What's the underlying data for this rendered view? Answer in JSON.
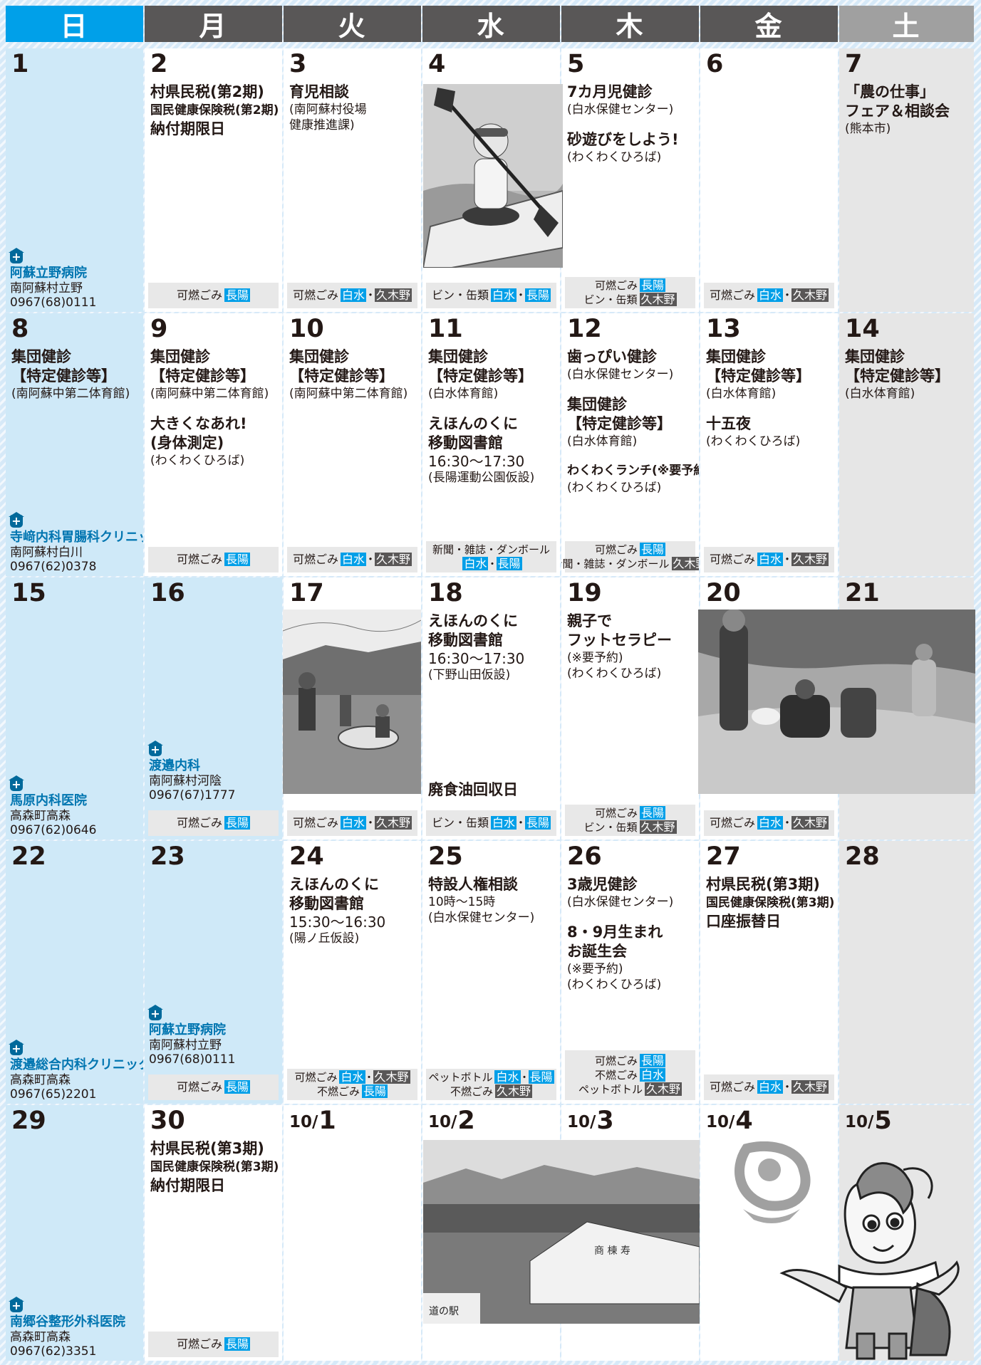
{
  "header": [
    "日",
    "月",
    "火",
    "水",
    "木",
    "金",
    "土"
  ],
  "garbage_tags": {
    "shirozu": "白水",
    "kugino": "久木野",
    "choyo": "長陽"
  },
  "cells": [
    {
      "num": "1",
      "events": [],
      "hospital": {
        "name": "阿蘇立野病院",
        "addr": "南阿蘇村立野",
        "tel": "0967(68)0111"
      }
    },
    {
      "num": "2",
      "events": [
        [
          [
            "b",
            "村県民税(第2期)"
          ],
          [
            "bs",
            "国民健康保険税(第2期)"
          ],
          [
            "b",
            "納付期限日"
          ]
        ]
      ],
      "garbage": [
        {
          "label": "可燃ごみ",
          "tags": [
            "長陽"
          ]
        }
      ]
    },
    {
      "num": "3",
      "events": [
        [
          [
            "b",
            "育児相談"
          ],
          [
            "n",
            "(南阿蘇村役場"
          ],
          [
            "n",
            "健康推進課)"
          ]
        ]
      ],
      "garbage": [
        {
          "label": "可燃ごみ",
          "tags": [
            "白水",
            "久木野"
          ]
        }
      ]
    },
    {
      "num": "4",
      "events": [],
      "garbage": [
        {
          "label": "ビン・缶類",
          "tags": [
            "白水",
            "長陽"
          ]
        }
      ]
    },
    {
      "num": "5",
      "events": [
        [
          [
            "b",
            "7カ月児健診"
          ],
          [
            "n",
            "(白水保健センター)"
          ]
        ],
        [
          [
            "b",
            "砂遊びをしよう!"
          ],
          [
            "n",
            "(わくわくひろば)"
          ]
        ]
      ],
      "garbage": [
        {
          "label": "可燃ごみ",
          "tags": [
            "長陽"
          ]
        },
        {
          "label": "ビン・缶類",
          "tags": [
            "久木野"
          ]
        }
      ]
    },
    {
      "num": "6",
      "events": [],
      "garbage": [
        {
          "label": "可燃ごみ",
          "tags": [
            "白水",
            "久木野"
          ]
        }
      ]
    },
    {
      "num": "7",
      "events": [
        [
          [
            "b",
            "「農の仕事」"
          ],
          [
            "b",
            "フェア＆相談会"
          ],
          [
            "n",
            "(熊本市)"
          ]
        ]
      ]
    },
    {
      "num": "8",
      "events": [
        [
          [
            "b",
            "集団健診"
          ],
          [
            "b",
            "【特定健診等】"
          ],
          [
            "n",
            "(南阿蘇中第二体育館)"
          ]
        ]
      ],
      "hospital": {
        "name": "寺﨑内科胃腸科クリニック",
        "addr": "南阿蘇村白川",
        "tel": "0967(62)0378"
      }
    },
    {
      "num": "9",
      "events": [
        [
          [
            "b",
            "集団健診"
          ],
          [
            "b",
            "【特定健診等】"
          ],
          [
            "n",
            "(南阿蘇中第二体育館)"
          ]
        ],
        [
          [
            "b",
            "大きくなあれ!"
          ],
          [
            "b",
            "(身体測定)"
          ],
          [
            "n",
            "(わくわくひろば)"
          ]
        ]
      ],
      "garbage": [
        {
          "label": "可燃ごみ",
          "tags": [
            "長陽"
          ]
        }
      ]
    },
    {
      "num": "10",
      "events": [
        [
          [
            "b",
            "集団健診"
          ],
          [
            "b",
            "【特定健診等】"
          ],
          [
            "n",
            "(南阿蘇中第二体育館)"
          ]
        ]
      ],
      "garbage": [
        {
          "label": "可燃ごみ",
          "tags": [
            "白水",
            "久木野"
          ]
        }
      ]
    },
    {
      "num": "11",
      "events": [
        [
          [
            "b",
            "集団健診"
          ],
          [
            "b",
            "【特定健診等】"
          ],
          [
            "n",
            "(白水体育館)"
          ]
        ],
        [
          [
            "b",
            "えほんのくに"
          ],
          [
            "b",
            "移動図書館"
          ],
          [
            "nl",
            "16:30〜17:30"
          ],
          [
            "n",
            "(長陽運動公園仮設)"
          ]
        ]
      ],
      "garbage": [
        {
          "label": "新聞・雑誌・ダンボール",
          "tags": []
        },
        {
          "label": "",
          "tags": [
            "白水",
            "長陽"
          ]
        }
      ]
    },
    {
      "num": "12",
      "events": [
        [
          [
            "b",
            "歯っぴい健診"
          ],
          [
            "n",
            "(白水保健センター)"
          ]
        ],
        [
          [
            "b",
            "集団健診"
          ],
          [
            "b",
            "【特定健診等】"
          ],
          [
            "n",
            "(白水体育館)"
          ]
        ],
        [
          [
            "bs",
            "わくわくランチ(※要予約)"
          ],
          [
            "n",
            "(わくわくひろば)"
          ]
        ]
      ],
      "garbage": [
        {
          "label": "可燃ごみ",
          "tags": [
            "長陽"
          ]
        },
        {
          "label": "新聞・雑誌・ダンボール",
          "tags": [
            "久木野"
          ]
        }
      ]
    },
    {
      "num": "13",
      "events": [
        [
          [
            "b",
            "集団健診"
          ],
          [
            "b",
            "【特定健診等】"
          ],
          [
            "n",
            "(白水体育館)"
          ]
        ],
        [
          [
            "b",
            "十五夜"
          ],
          [
            "n",
            "(わくわくひろば)"
          ]
        ]
      ],
      "garbage": [
        {
          "label": "可燃ごみ",
          "tags": [
            "白水",
            "久木野"
          ]
        }
      ]
    },
    {
      "num": "14",
      "events": [
        [
          [
            "b",
            "集団健診"
          ],
          [
            "b",
            "【特定健診等】"
          ],
          [
            "n",
            "(白水体育館)"
          ]
        ]
      ]
    },
    {
      "num": "15",
      "events": [],
      "hospital": {
        "name": "馬原内科医院",
        "addr": "高森町高森",
        "tel": "0967(62)0646"
      }
    },
    {
      "num": "16",
      "events": [],
      "hospital": {
        "name": "渡邉内科",
        "addr": "南阿蘇村河陰",
        "tel": "0967(67)1777"
      },
      "hosp_bottom": 52,
      "garbage": [
        {
          "label": "可燃ごみ",
          "tags": [
            "長陽"
          ]
        }
      ]
    },
    {
      "num": "17",
      "events": [],
      "garbage": [
        {
          "label": "可燃ごみ",
          "tags": [
            "白水",
            "久木野"
          ]
        }
      ]
    },
    {
      "num": "18",
      "events": [
        [
          [
            "b",
            "えほんのくに"
          ],
          [
            "b",
            "移動図書館"
          ],
          [
            "nl",
            "16:30〜17:30"
          ],
          [
            "n",
            "(下野山田仮設)"
          ]
        ]
      ],
      "bottom_event": "廃食油回収日",
      "garbage": [
        {
          "label": "ビン・缶類",
          "tags": [
            "白水",
            "長陽"
          ]
        }
      ]
    },
    {
      "num": "19",
      "events": [
        [
          [
            "b",
            "親子で"
          ],
          [
            "b",
            "フットセラピー"
          ],
          [
            "n",
            "(※要予約)"
          ],
          [
            "n",
            "(わくわくひろば)"
          ]
        ]
      ],
      "garbage": [
        {
          "label": "可燃ごみ",
          "tags": [
            "長陽"
          ]
        },
        {
          "label": "ビン・缶類",
          "tags": [
            "久木野"
          ]
        }
      ]
    },
    {
      "num": "20",
      "events": [],
      "garbage": [
        {
          "label": "可燃ごみ",
          "tags": [
            "白水",
            "久木野"
          ]
        }
      ]
    },
    {
      "num": "21",
      "events": []
    },
    {
      "num": "22",
      "events": [],
      "hospital": {
        "name": "渡邉総合内科クリニック",
        "addr": "高森町高森",
        "tel": "0967(65)2201"
      }
    },
    {
      "num": "23",
      "events": [],
      "hospital": {
        "name": "阿蘇立野病院",
        "addr": "南阿蘇村立野",
        "tel": "0967(68)0111"
      },
      "hosp_bottom": 52,
      "garbage": [
        {
          "label": "可燃ごみ",
          "tags": [
            "長陽"
          ]
        }
      ]
    },
    {
      "num": "24",
      "events": [
        [
          [
            "b",
            "えほんのくに"
          ],
          [
            "b",
            "移動図書館"
          ],
          [
            "nl",
            "15:30〜16:30"
          ],
          [
            "n",
            "(陽ノ丘仮設)"
          ]
        ]
      ],
      "garbage": [
        {
          "label": "可燃ごみ",
          "tags": [
            "白水",
            "久木野"
          ]
        },
        {
          "label": "不燃ごみ",
          "tags": [
            "長陽"
          ]
        }
      ]
    },
    {
      "num": "25",
      "events": [
        [
          [
            "b",
            "特設人権相談"
          ],
          [
            "n",
            "10時〜15時"
          ],
          [
            "n",
            "(白水保健センター)"
          ]
        ]
      ],
      "garbage": [
        {
          "label": "ペットボトル",
          "tags": [
            "白水",
            "長陽"
          ]
        },
        {
          "label": "不燃ごみ",
          "tags": [
            "久木野"
          ]
        }
      ]
    },
    {
      "num": "26",
      "events": [
        [
          [
            "b",
            "3歳児健診"
          ],
          [
            "n",
            "(白水保健センター)"
          ]
        ],
        [
          [
            "b",
            "8・9月生まれ"
          ],
          [
            "b",
            "お誕生会"
          ],
          [
            "n",
            "(※要予約)"
          ],
          [
            "n",
            "(わくわくひろば)"
          ]
        ]
      ],
      "garbage": [
        {
          "label": "可燃ごみ",
          "tags": [
            "長陽"
          ]
        },
        {
          "label": "不燃ごみ",
          "tags": [
            "白水"
          ]
        },
        {
          "label": "ペットボトル",
          "tags": [
            "久木野"
          ]
        }
      ]
    },
    {
      "num": "27",
      "events": [
        [
          [
            "b",
            "村県民税(第3期)"
          ],
          [
            "bs",
            "国民健康保険税(第3期)"
          ],
          [
            "b",
            "口座振替日"
          ]
        ]
      ],
      "garbage": [
        {
          "label": "可燃ごみ",
          "tags": [
            "白水",
            "久木野"
          ]
        }
      ]
    },
    {
      "num": "28",
      "events": []
    },
    {
      "num": "29",
      "events": [],
      "hospital": {
        "name": "南郷谷整形外科医院",
        "addr": "高森町高森",
        "tel": "0967(62)3351"
      }
    },
    {
      "num": "30",
      "events": [
        [
          [
            "b",
            "村県民税(第3期)"
          ],
          [
            "bs",
            "国民健康保険税(第3期)"
          ],
          [
            "b",
            "納付期限日"
          ]
        ]
      ],
      "garbage": [
        {
          "label": "可燃ごみ",
          "tags": [
            "長陽"
          ]
        }
      ]
    },
    {
      "pre": "10/",
      "num": "1",
      "events": []
    },
    {
      "pre": "10/",
      "num": "2",
      "events": []
    },
    {
      "pre": "10/",
      "num": "3",
      "events": []
    },
    {
      "pre": "10/",
      "num": "4",
      "events": []
    },
    {
      "pre": "10/",
      "num": "5",
      "events": []
    }
  ],
  "photo_sign": "商 棟 寿",
  "photo_sign2": "道の駅"
}
